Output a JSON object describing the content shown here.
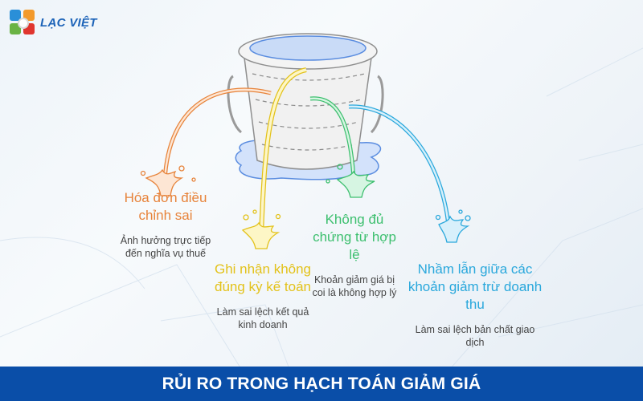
{
  "logo": {
    "text": "LẠC VIỆT",
    "colors": {
      "blue": "#2a8fd8",
      "orange": "#f39a2c",
      "green": "#6ab344",
      "red": "#e0352e"
    }
  },
  "illustration": {
    "subject": "leaking bucket with four colored streams",
    "icons": [
      "bucket-icon",
      "water-puddle-icon",
      "splash-icon"
    ]
  },
  "items": [
    {
      "title": "Hóa đơn điều chỉnh sai",
      "description": "Ảnh hưởng trực tiếp đến nghĩa vụ thuế",
      "color": "#e7833a"
    },
    {
      "title": "Ghi nhận không đúng kỳ kế toán",
      "description": "Làm sai lệch kết quả kinh doanh",
      "color": "#e3c21a"
    },
    {
      "title": "Không đủ chứng từ hợp lệ",
      "description": "Khoản giảm giá bị coi là không hợp lý",
      "color": "#3cbf6e"
    },
    {
      "title": "Nhầm lẫn giữa các khoản giảm trừ doanh thu",
      "description": "Làm sai lệch bản chất giao dịch",
      "color": "#2aa8dc"
    }
  ],
  "footer": {
    "title": "RỦI RO TRONG HẠCH TOÁN GIẢM GIÁ",
    "background": "#0a4ea8"
  }
}
